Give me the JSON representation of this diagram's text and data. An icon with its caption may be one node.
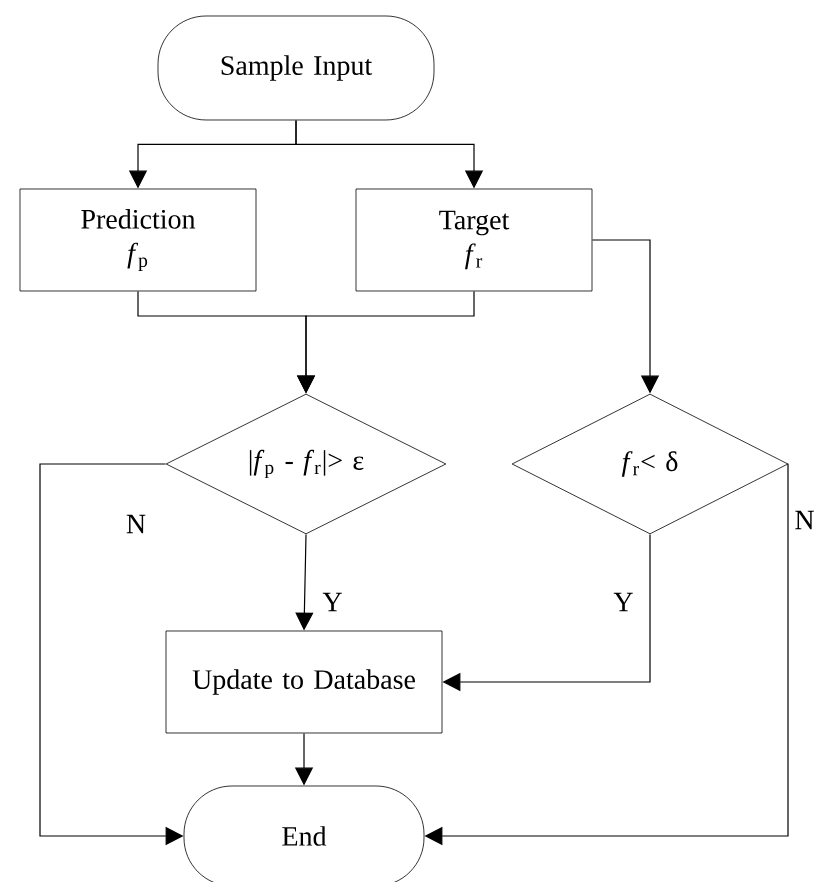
{
  "diagram": {
    "nodes": [
      {
        "text": [
          "Sample Input"
        ]
      },
      {
        "text": [
          "Prediction",
          "*f*$_{p}$"
        ]
      },
      {
        "text": [
          "Target",
          "*f*$_{r}$"
        ]
      },
      {
        "text": [
          "|*f*$_{p}$ - *f*$_{r}$|> ε"
        ]
      },
      {
        "text": [
          "*f*$_{r}$< δ"
        ]
      },
      {
        "text": [
          "Update to Database"
        ]
      },
      {
        "text": [
          "End"
        ]
      }
    ],
    "edges": [
      {
        "from": 0,
        "to": 1,
        "arrow": "to"
      },
      {
        "from": 0,
        "to": 2,
        "arrow": "to"
      },
      {
        "from": 1,
        "to": 3,
        "arrow": "to"
      },
      {
        "from": 2,
        "to": 3,
        "arrow": "to"
      },
      {
        "from": 2,
        "to": 4,
        "arrow": "to"
      },
      {
        "from": 3,
        "to": 5,
        "arrow": "to",
        "label": "Y"
      },
      {
        "from": 4,
        "to": 5,
        "arrow": "to",
        "label": "Y"
      },
      {
        "from": 5,
        "to": 6,
        "arrow": "to"
      },
      {
        "from": 3,
        "to": 6,
        "arrow": "to",
        "label": "N"
      },
      {
        "from": 4,
        "to": 6,
        "arrow": "to",
        "label": "N"
      }
    ]
  }
}
